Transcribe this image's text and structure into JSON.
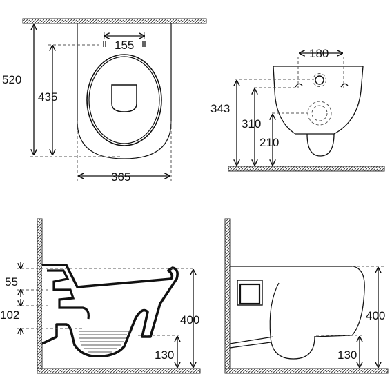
{
  "views": {
    "top": {
      "width": "365",
      "overall_depth": "520",
      "seat_depth": "435",
      "hole_spacing": "155"
    },
    "rear": {
      "fixing_spacing": "180",
      "height_top_fixings": "343",
      "height_lower_fixings": "310",
      "height_outlet": "210"
    },
    "section": {
      "height": "400",
      "rim_offset": "55",
      "trap_height": "102",
      "bottom_offset": "130"
    },
    "side": {
      "height": "400",
      "bottom_offset": "130"
    }
  }
}
